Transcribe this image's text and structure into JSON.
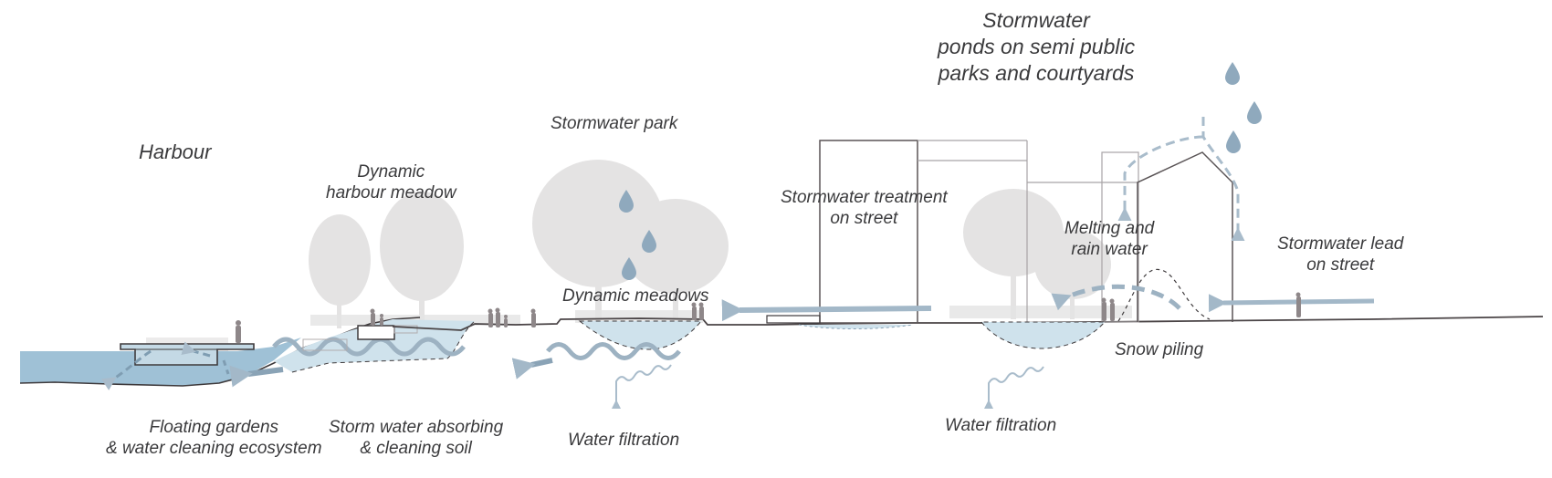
{
  "diagram": {
    "type": "section",
    "theme": "Urban stormwater management cross-section",
    "colors": {
      "water": "#9fc1d6",
      "water_light": "#cfe2ec",
      "arrow": "#a3b8c8",
      "arrow_dark": "#8aa3b6",
      "ground_line": "#4a4446",
      "building_line": "#5a5456",
      "building_line_light": "#a8a4a6",
      "tree": "#e2e1e1",
      "person": "#8e8789",
      "text": "#3a3a3c"
    },
    "zones": [
      {
        "id": "harbour",
        "title": "Harbour",
        "bottom_lines": [
          "Floating gardens",
          "& water cleaning ecosystem"
        ]
      },
      {
        "id": "harbour-meadow",
        "title_lines": [
          "Dynamic",
          "harbour meadow"
        ],
        "bottom_lines": [
          "Storm water absorbing",
          "& cleaning soil"
        ]
      },
      {
        "id": "stormwater-park",
        "title": "Stormwater park",
        "inner_label": "Dynamic meadows",
        "bottom_lines": [
          "Water filtration"
        ]
      },
      {
        "id": "street-treatment",
        "title_lines": [
          "Stormwater treatment",
          "on street"
        ]
      },
      {
        "id": "courtyards",
        "title_lines": [
          "Stormwater",
          "ponds on semi public",
          "parks and courtyards"
        ],
        "inner_lines": [
          "Melting and",
          "rain water"
        ],
        "side_label": "Snow piling",
        "bottom_lines": [
          "Water filtration"
        ]
      },
      {
        "id": "street-lead",
        "title_lines": [
          "Stormwater lead",
          "on street"
        ]
      }
    ]
  }
}
